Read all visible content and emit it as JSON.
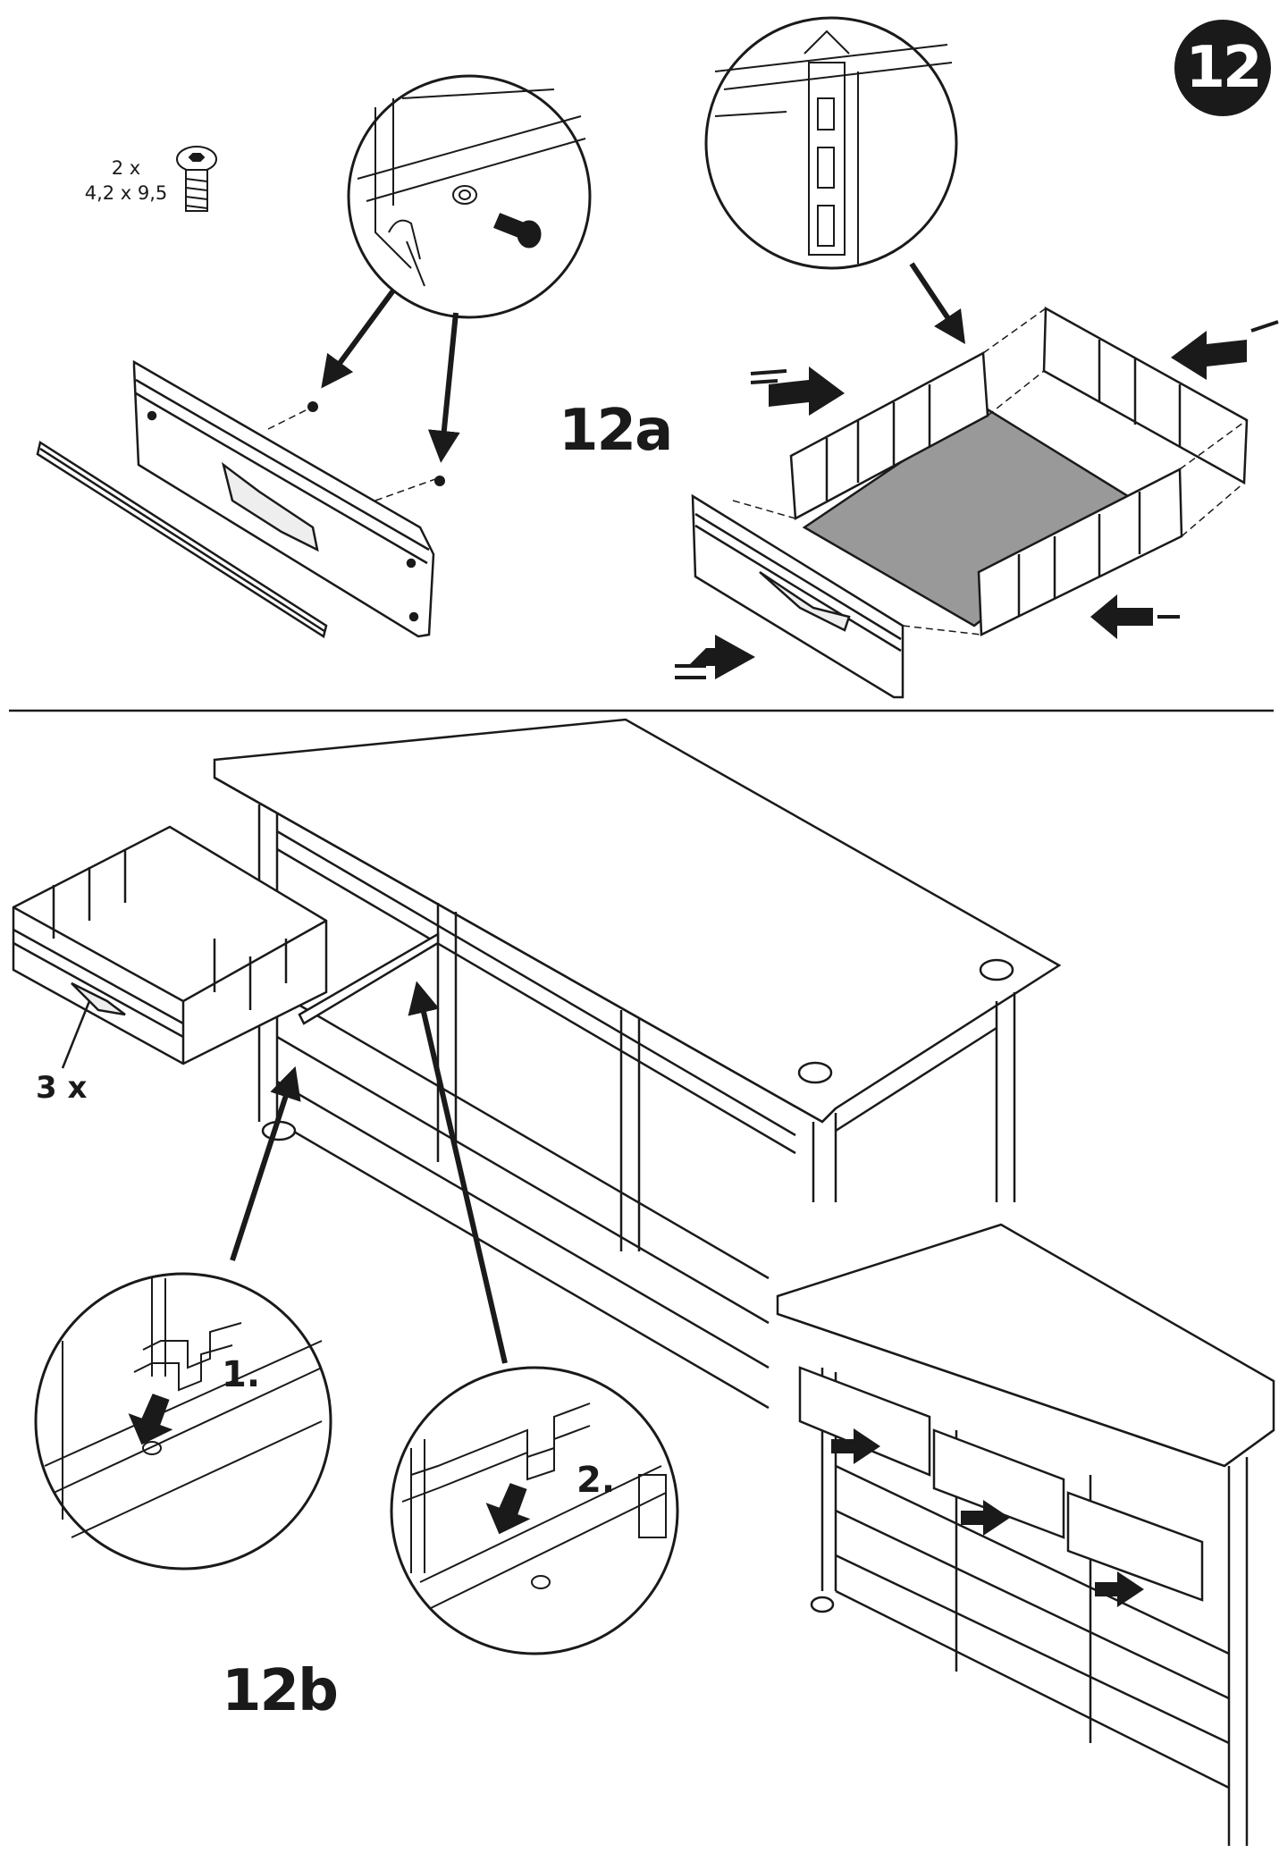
{
  "step_number": "12",
  "screw": {
    "quantity": "2 x",
    "size": "4,2 x 9,5"
  },
  "substeps": {
    "a": "12a",
    "b": "12b"
  },
  "drawer_quantity": "3 x",
  "detail_labels": {
    "first": "1.",
    "second": "2."
  },
  "colors": {
    "ink": "#1a1a1a",
    "drawer_floor": "#999999",
    "background": "#ffffff"
  }
}
